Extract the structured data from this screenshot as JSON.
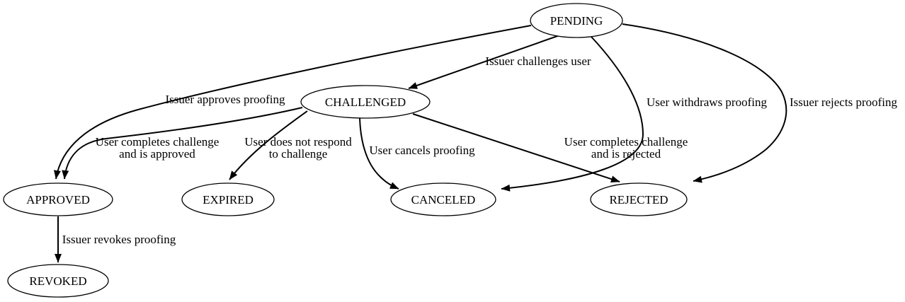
{
  "diagram": {
    "type": "state-machine-graph",
    "colors": {
      "background": "#ffffff",
      "stroke": "#000000",
      "text": "#000000"
    },
    "nodes": [
      {
        "id": "pending",
        "label": "PENDING"
      },
      {
        "id": "challenged",
        "label": "CHALLENGED"
      },
      {
        "id": "approved",
        "label": "APPROVED"
      },
      {
        "id": "expired",
        "label": "EXPIRED"
      },
      {
        "id": "canceled",
        "label": "CANCELED"
      },
      {
        "id": "rejected",
        "label": "REJECTED"
      },
      {
        "id": "revoked",
        "label": "REVOKED"
      }
    ],
    "edges": [
      {
        "from": "PENDING",
        "to": "CHALLENGED",
        "label_lines": [
          "Issuer challenges user"
        ]
      },
      {
        "from": "PENDING",
        "to": "APPROVED",
        "label_lines": [
          "Issuer approves proofing"
        ]
      },
      {
        "from": "PENDING",
        "to": "CANCELED",
        "label_lines": [
          "User withdraws proofing"
        ]
      },
      {
        "from": "PENDING",
        "to": "REJECTED",
        "label_lines": [
          "Issuer rejects proofing"
        ]
      },
      {
        "from": "CHALLENGED",
        "to": "APPROVED",
        "label_lines": [
          "User completes challenge",
          "and is approved"
        ]
      },
      {
        "from": "CHALLENGED",
        "to": "EXPIRED",
        "label_lines": [
          "User does not respond",
          "to challenge"
        ]
      },
      {
        "from": "CHALLENGED",
        "to": "CANCELED",
        "label_lines": [
          "User cancels proofing"
        ]
      },
      {
        "from": "CHALLENGED",
        "to": "REJECTED",
        "label_lines": [
          "User completes challenge",
          "and is rejected"
        ]
      },
      {
        "from": "APPROVED",
        "to": "REVOKED",
        "label_lines": [
          "Issuer revokes proofing"
        ]
      }
    ]
  }
}
